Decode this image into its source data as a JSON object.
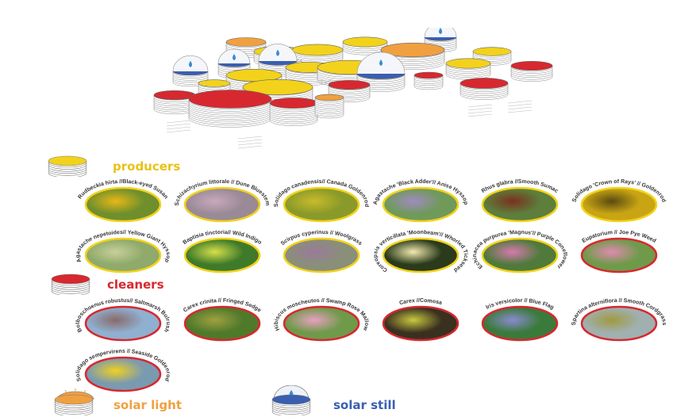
{
  "legend": {
    "producers": "producers",
    "cleaners": "cleaners",
    "solar_light": "solar light",
    "solar_still": "solar still"
  },
  "colors": {
    "producer": "#f2d21b",
    "cleaner": "#d7282f",
    "solar_light": "#f0a040",
    "solar_still": "#3a5fb0",
    "producers_text": "#e8c21a",
    "cleaners_text": "#d7282f",
    "solar_still_text": "#3a5fb0"
  },
  "producers": [
    {
      "label": "Rudbeckia hirta //Black-eyed Susan",
      "img": [
        "#6f8f2c",
        "#e8b817"
      ]
    },
    {
      "label": "Schizachyrium littorale // Dune Bluestem",
      "img": [
        "#9a8a96",
        "#c9a9bd"
      ]
    },
    {
      "label": "Solidago canadensis// Canada Goldenrod",
      "img": [
        "#8a9a2a",
        "#c9bb2a"
      ]
    },
    {
      "label": "Agastache 'Black Adder'// Anise Hyssop",
      "img": [
        "#6f9a5a",
        "#a08ac0"
      ]
    },
    {
      "label": "Rhus glabra //Smooth Sumac",
      "img": [
        "#5d7f3b",
        "#7a3020"
      ]
    },
    {
      "label": "Solidago 'Crown of Rays' // Goldenrod",
      "img": [
        "#c9a514",
        "#5a4a10"
      ]
    },
    {
      "label": "Agastache nepetoides// Yellow Giant Hyssop",
      "img": [
        "#8faa6a",
        "#c7cf9a"
      ]
    },
    {
      "label": "Baptisia tinctoria// Wild Indigo",
      "img": [
        "#3f7a2a",
        "#d6e04a"
      ]
    },
    {
      "label": "Scirpus cyperinus // Woolgrass",
      "img": [
        "#8a8f7a",
        "#9a7a9a"
      ]
    },
    {
      "label": "Coreopsis verticillata 'Moonbeam'// Whorled Tickseed",
      "img": [
        "#2a3a1a",
        "#f2eab0"
      ]
    },
    {
      "label": "Echinacea purpurea 'Magnus'// Purple Coneflower",
      "img": [
        "#4f7a3a",
        "#d67ab0"
      ]
    },
    {
      "label": "Eupatorium // Joe Pye Weed",
      "img": [
        "#6f9a4a",
        "#e08ab0"
      ],
      "border": "cleaner"
    }
  ],
  "cleaners": [
    {
      "label": "Bolboschoenus robustus// Saltmarsh Bulrush",
      "img": [
        "#8fb0d0",
        "#8a6a6a"
      ]
    },
    {
      "label": "Carex crinita // Fringed Sedge",
      "img": [
        "#4f7a2a",
        "#a0a040"
      ]
    },
    {
      "label": "Hibiscus moscheutos // Swamp Rose Mallow",
      "img": [
        "#6f9a4a",
        "#e8a0c0"
      ]
    },
    {
      "label": "Carex //Comosa",
      "img": [
        "#3a3020",
        "#c9c940"
      ]
    },
    {
      "label": "Iris versicolor // Blue Flag",
      "img": [
        "#3a7a3a",
        "#8a8ad0"
      ]
    },
    {
      "label": "Spartina alterniflora // Smooth Cordgrass",
      "img": [
        "#a0b0b0",
        "#a09a40"
      ]
    },
    {
      "label": "Solidago sempervirens // Seaside Goldenrod",
      "img": [
        "#7a9ab0",
        "#f0d020"
      ]
    }
  ]
}
